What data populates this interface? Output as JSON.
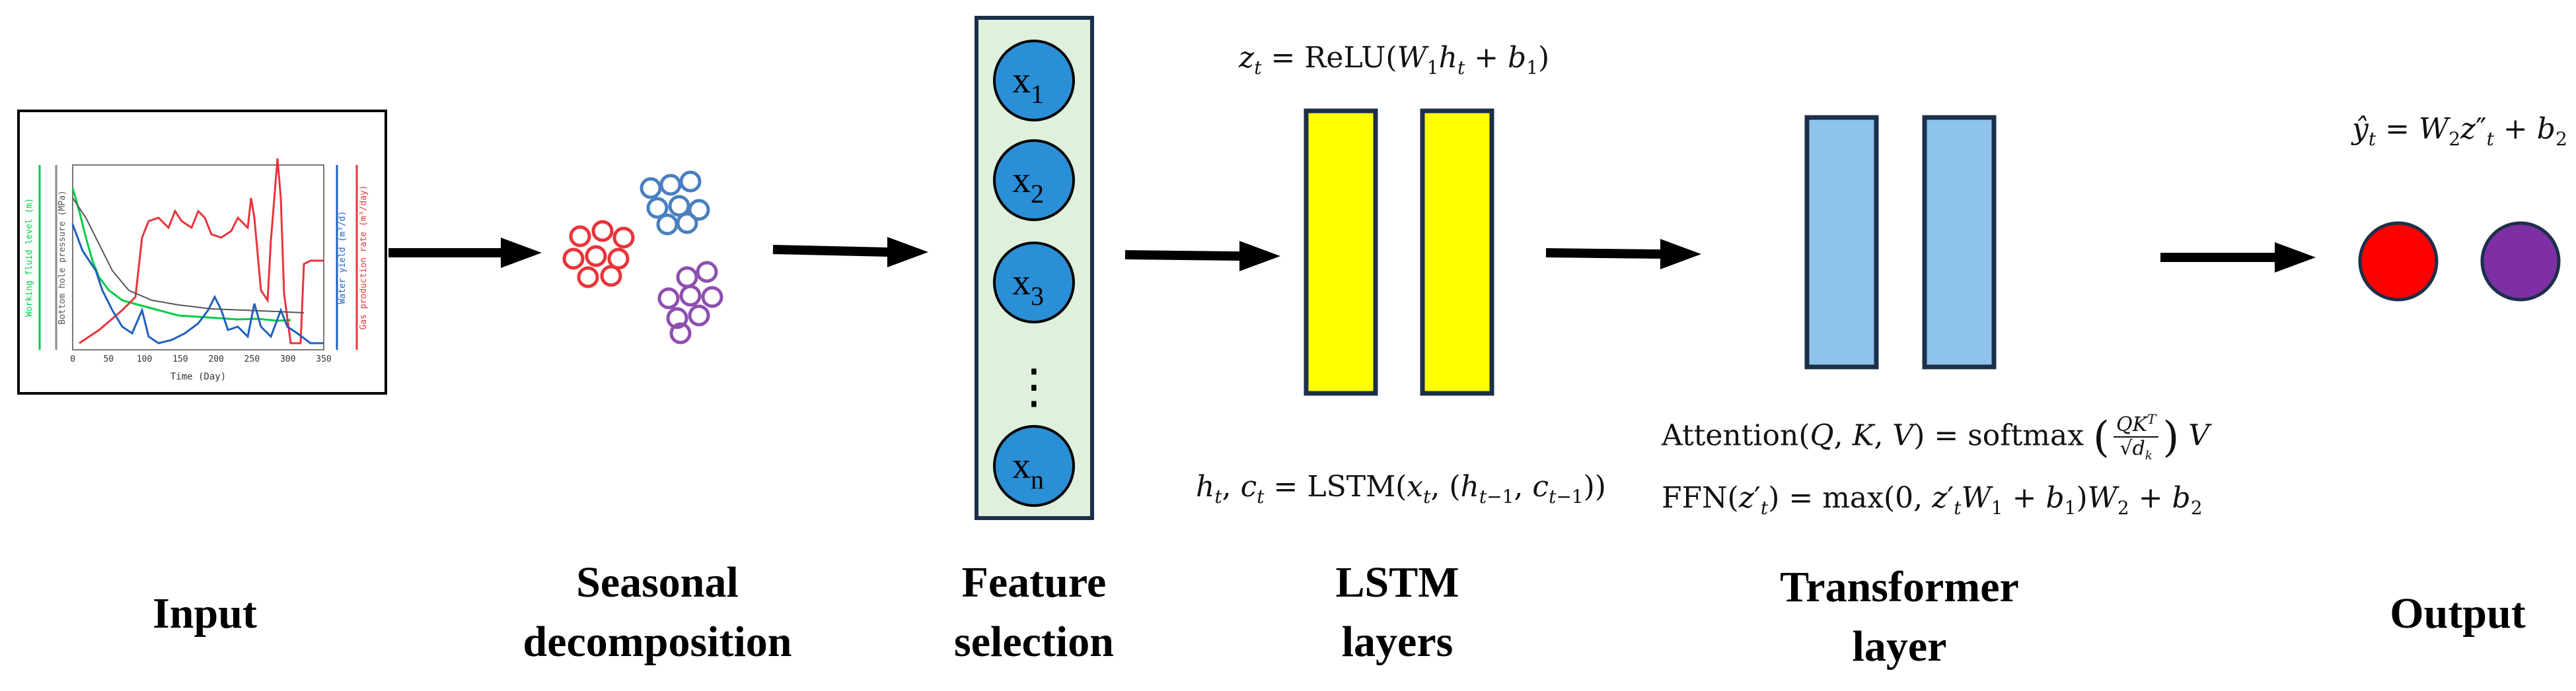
{
  "stage_labels": {
    "input": "Input",
    "seasonal": [
      "Seasonal",
      "decomposition"
    ],
    "feature": [
      "Feature",
      "selection"
    ],
    "lstm": [
      "LSTM",
      "layers"
    ],
    "transformer": [
      "Transformer",
      "layer"
    ],
    "output": "Output"
  },
  "features": [
    {
      "base": "x",
      "sub": "1"
    },
    {
      "base": "x",
      "sub": "2"
    },
    {
      "base": "x",
      "sub": "3"
    },
    {
      "base": "x",
      "sub": "n"
    }
  ],
  "feature_ellipsis": "⋮",
  "formulas": {
    "relu": {
      "lhs": "z",
      "lhs_sub": "t",
      "func": "ReLU",
      "args": "(W₁h + b₁)"
    },
    "lstm": {
      "text": "h, c = LSTM(x, (h, c))"
    },
    "attention": {
      "func": "Attention",
      "args": "(Q, K, V)",
      "softmax": "softmax",
      "num": "QKᵀ",
      "den": "√d",
      "den_sub": "k",
      "tail": "V"
    },
    "ffn": {
      "func": "FFN",
      "text": "FFN(z′ₜ) = max(0, z′ₜW₁ + b₁)W₂ + b₂"
    },
    "output": {
      "text": "ŷₜ = W₂z″ₜ + b₂"
    }
  },
  "input_plot": {
    "xlabel": "Time (Day)",
    "x_ticks": [
      "0",
      "50",
      "100",
      "150",
      "200",
      "250",
      "300",
      "350"
    ],
    "left_axis_labels": [
      "Working fluid level (m)",
      "Bottom hole pressure (MPa)"
    ],
    "right_axis_labels": [
      "Water yield (m³/d)",
      "Gas production rate (m³/day)"
    ]
  },
  "colors": {
    "cluster_red": "#e8343a",
    "cluster_blue": "#4a7fc0",
    "cluster_purple": "#8e4fb0",
    "feature_panel_bg": "#dff0dc",
    "feature_circle": "#2a8fd6",
    "lstm_fill": "#ffff00",
    "transformer_fill": "#8ec3ea",
    "output_red": "#ff0000",
    "output_purple": "#7d2fa3",
    "plot_green": "#00cc44",
    "plot_red": "#e8343a",
    "plot_blue": "#1f5fbf"
  }
}
